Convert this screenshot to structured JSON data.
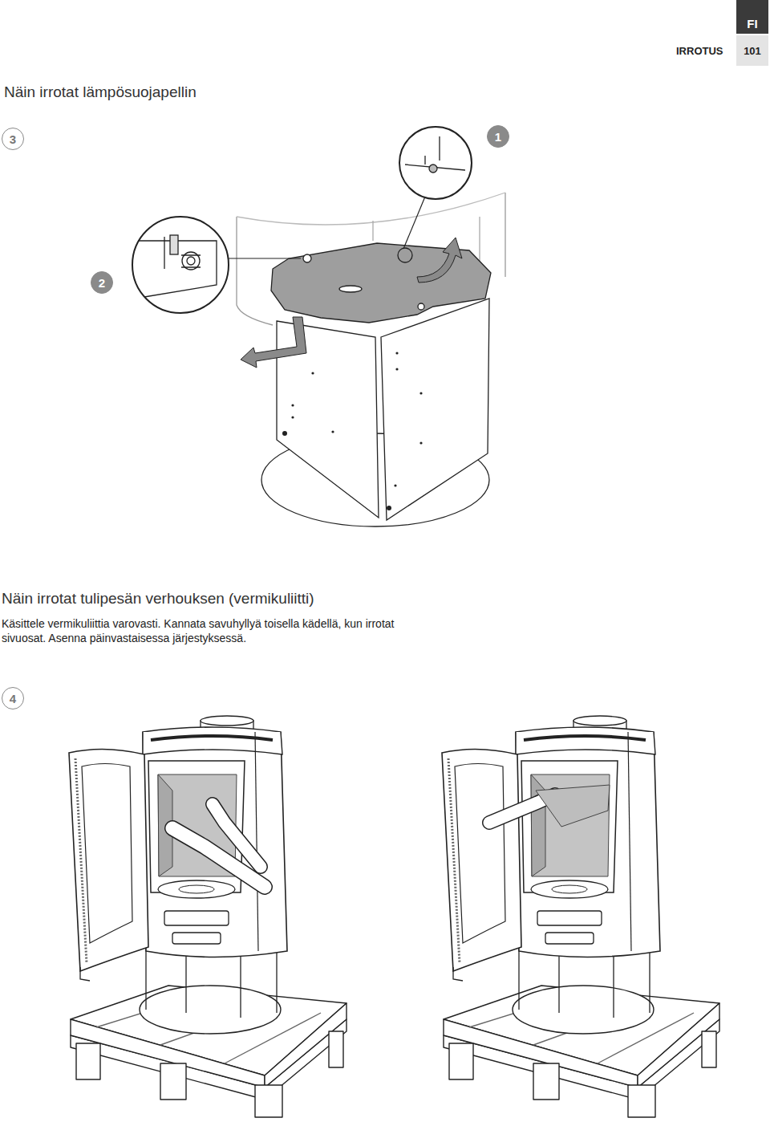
{
  "diagram": {
    "title": "Näin irrotat lämpösuojapellin",
    "nodes": [
      {
        "text": [
          "FI"
        ]
      },
      {
        "text": [
          "101"
        ]
      },
      {
        "text": [
          "3"
        ]
      },
      {
        "text": [
          "1"
        ]
      },
      {
        "text": [
          "2"
        ]
      },
      {
        "text": [
          "4"
        ]
      }
    ],
    "edges": [],
    "labels": [
      "IRROTUS",
      "Näin irrotat tulipesän verhouksen (vermikuliitti)",
      "Käsittele vermikuliittia varovasti. Kannata savuhyllyä toisella kädellä, kun irrotat sivuosat. Asenna päinvastaisessa järjestyksessä."
    ]
  }
}
